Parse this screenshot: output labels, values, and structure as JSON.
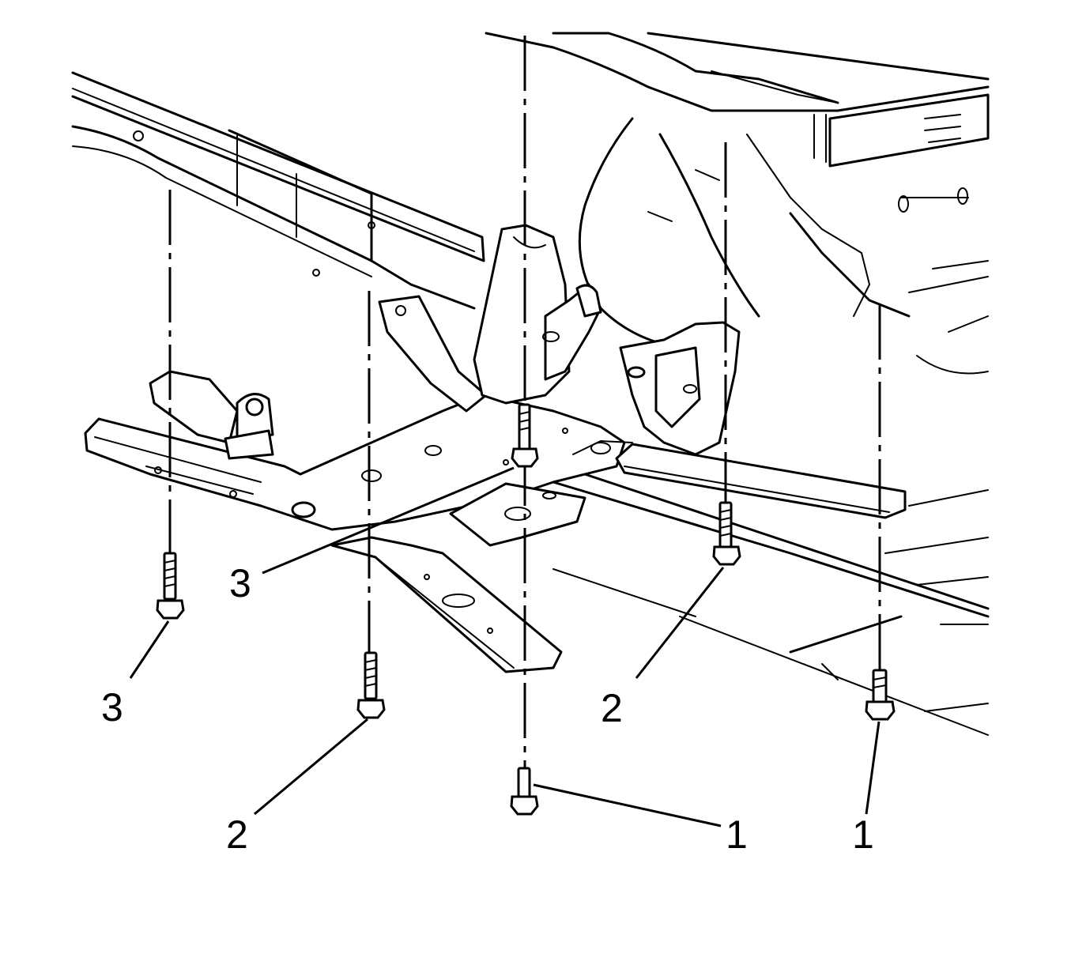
{
  "callouts": {
    "c1": "1",
    "c2": "2",
    "c3": "3"
  }
}
